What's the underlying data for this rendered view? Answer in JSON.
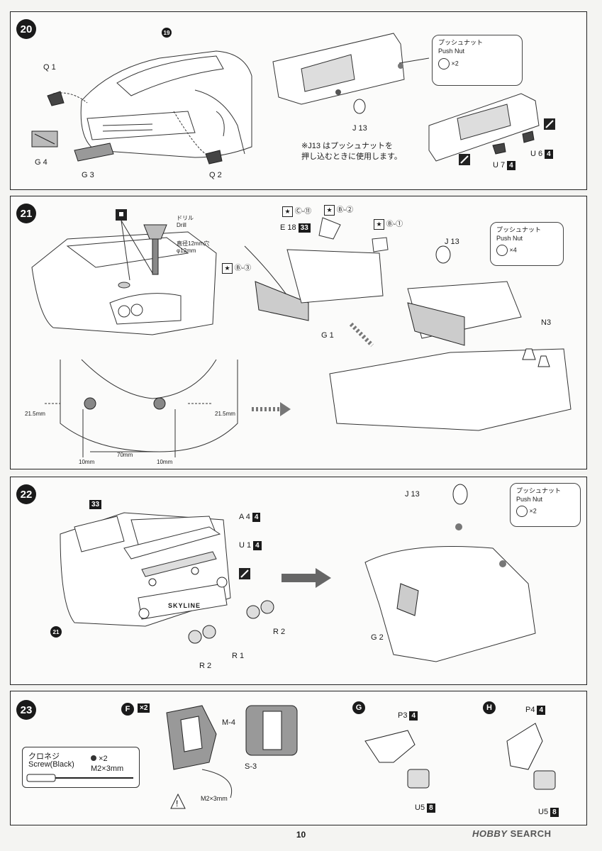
{
  "steps": {
    "s20": {
      "number": "20",
      "part_ref": "19",
      "labels": {
        "q1": "Q 1",
        "g4": "G 4",
        "g3": "G 3",
        "q2": "Q 2",
        "j13": "J 13",
        "u6": "U 6",
        "u6_badge": "4",
        "u7": "U 7",
        "u7_badge": "4"
      },
      "pushnut_jp": "プッシュナット",
      "pushnut_en": "Push Nut",
      "pushnut_qty": "×2",
      "note_line1": "※J13 はプッシュナットを",
      "note_line2": "押し込むときに使用します。"
    },
    "s21": {
      "number": "21",
      "drill_jp": "ドリル",
      "drill_en": "Drill",
      "hole_jp": "直径12mm穴",
      "hole_dim": "φ12mm",
      "labels": {
        "c11": "Ⓒ-⑪",
        "e18": "E 18",
        "e18_badge": "33",
        "b2": "Ⓑ-②",
        "b1": "Ⓑ-①",
        "b3": "Ⓑ-③",
        "j13": "J 13",
        "g1": "G 1",
        "n3": "N3"
      },
      "pushnut_jp": "プッシュナット",
      "pushnut_en": "Push Nut",
      "pushnut_qty": "×4",
      "dims": {
        "left_h": "21.5mm",
        "right_h": "21.5mm",
        "center": "70mm",
        "left_w": "10mm",
        "right_w": "10mm"
      }
    },
    "s22": {
      "number": "22",
      "badge33": "33",
      "labels": {
        "a4": "A 4",
        "a4_badge": "4",
        "u1": "U 1",
        "u1_badge": "4",
        "r2a": "R 2",
        "r2b": "R 2",
        "r1": "R 1",
        "ref21": "21",
        "j13": "J 13",
        "g2": "G 2",
        "skyline": "SKYLINE"
      },
      "pushnut_jp": "プッシュナット",
      "pushnut_en": "Push Nut",
      "pushnut_qty": "×2"
    },
    "s23": {
      "number": "23",
      "f_letter": "F",
      "f_mult": "×2",
      "screw_jp": "クロネジ",
      "screw_en": "Screw(Black)",
      "screw_qty": "×2",
      "screw_size": "M2×3mm",
      "labels": {
        "m4": "M-4",
        "s3": "S-3",
        "m2": "M2×3mm",
        "g_letter": "G",
        "h_letter": "H",
        "p3": "P3",
        "p3_badge": "4",
        "u5a": "U5",
        "u5a_badge": "8",
        "p4": "P4",
        "p4_badge": "4",
        "u5b": "U5",
        "u5b_badge": "8"
      }
    }
  },
  "page_number": "10",
  "watermark": {
    "brand": "HOBBY",
    "rest": "SEARCH"
  },
  "colors": {
    "ink": "#1a1a1a",
    "paper": "#fbfbfa",
    "arrow": "#555555",
    "body": "#ffffff"
  }
}
